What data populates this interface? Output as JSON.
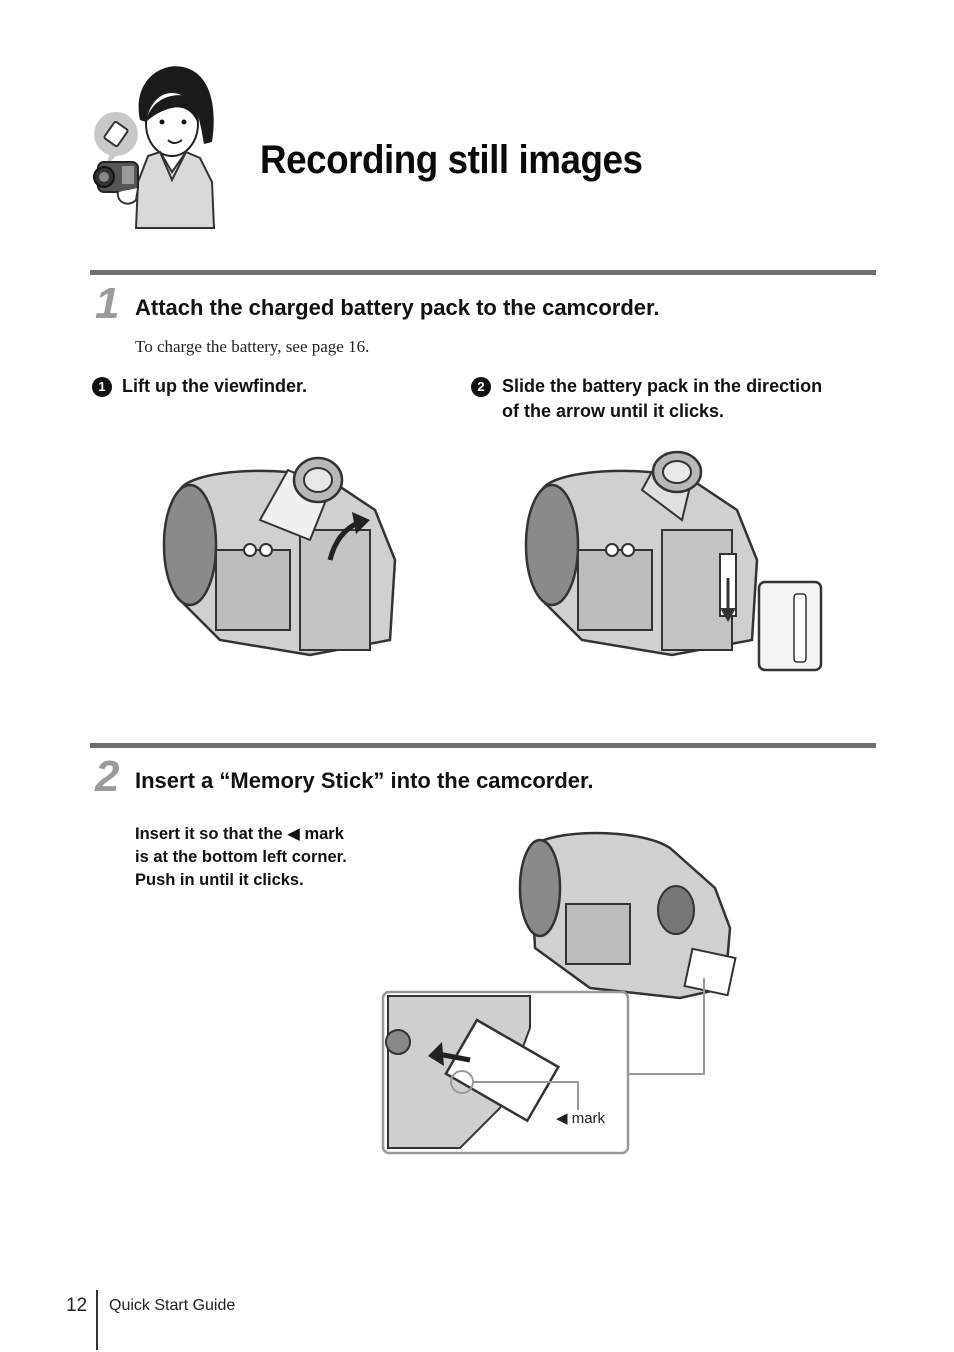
{
  "page": {
    "title": "Recording still images"
  },
  "step1": {
    "number": "1",
    "heading": "Attach the charged battery pack to the camcorder.",
    "note": "To charge the battery, see page 16.",
    "sub_a": {
      "bullet": "1",
      "text": "Lift up the viewfinder."
    },
    "sub_b": {
      "bullet": "2",
      "line1": "Slide the battery pack in the direction",
      "line2": "of the arrow until it clicks."
    }
  },
  "step2": {
    "number": "2",
    "heading": "Insert a “Memory Stick” into the camcorder.",
    "instruction": {
      "line1": "Insert it so that the ◀ mark",
      "line2": "is at the bottom left corner.",
      "line3": "Push in until it clicks."
    },
    "callout_label": "◀ mark"
  },
  "footer": {
    "page_number": "12",
    "guide_name": "Quick Start Guide"
  }
}
